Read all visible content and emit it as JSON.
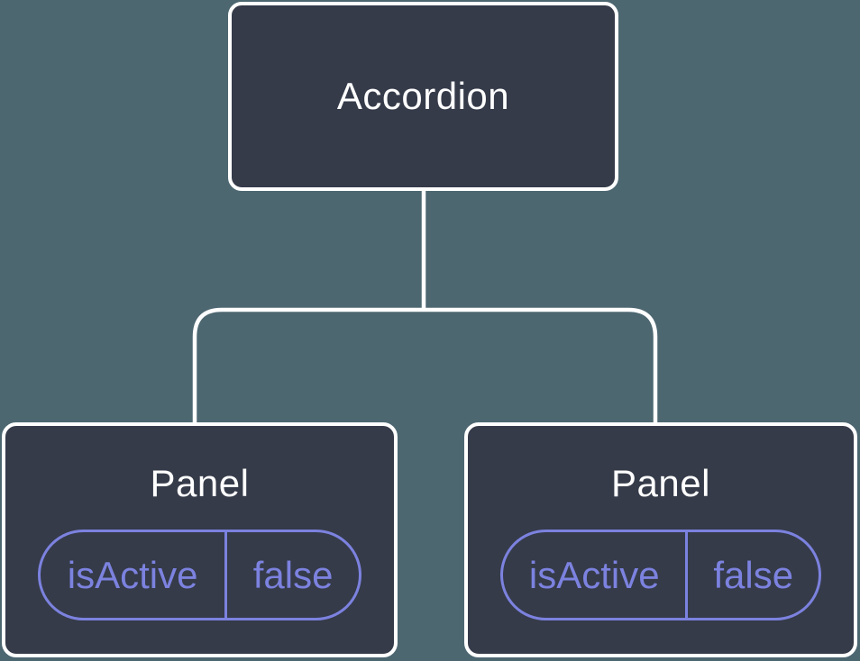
{
  "colors": {
    "background": "#4D6771",
    "node_fill": "#353B49",
    "line": "#FFFFFF",
    "accent": "#7C82DF"
  },
  "tree": {
    "root": {
      "label": "Accordion"
    },
    "children": [
      {
        "label": "Panel",
        "state": {
          "name": "isActive",
          "value": "false"
        }
      },
      {
        "label": "Panel",
        "state": {
          "name": "isActive",
          "value": "false"
        }
      }
    ]
  }
}
